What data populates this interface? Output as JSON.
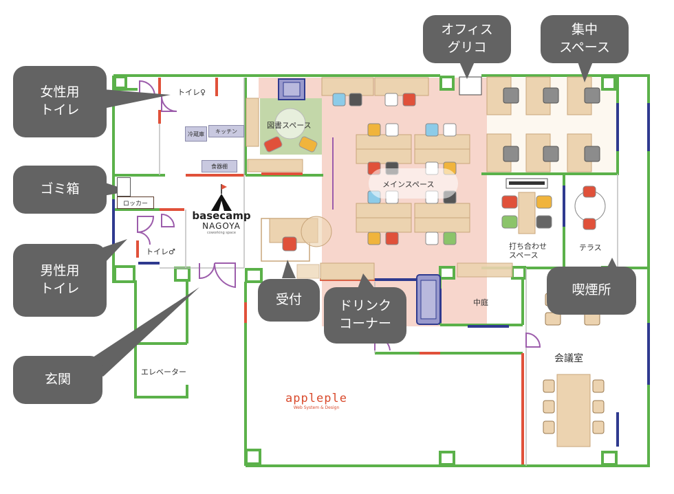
{
  "callouts": {
    "womens_toilet": "女性用\nトイレ",
    "trash": "ゴミ箱",
    "mens_toilet": "男性用\nトイレ",
    "entrance": "玄関",
    "office_glico": "オフィス\nグリコ",
    "focus_space": "集中\nスペース",
    "reception": "受付",
    "drink_corner": "ドリンク\nコーナー",
    "smoking": "喫煙所"
  },
  "rooms": {
    "toilet_female": "トイレ♀",
    "fridge": "冷蔵庫",
    "kitchen": "キッチン",
    "dish_cabinet": "食器棚",
    "locker": "ロッカー",
    "toilet_male": "トイレ♂",
    "library": "図書スペース",
    "main_space": "メインスペース",
    "meeting_space": "打ち合わせ\nスペース",
    "terrace": "テラス",
    "courtyard": "中庭",
    "conference": "会議室",
    "elevator": "エレベーター"
  },
  "logos": {
    "basecamp_name": "basecamp",
    "basecamp_city": "NAGOYA",
    "basecamp_tag": "coworking space",
    "appleple_name": "appleple",
    "appleple_tag": "Web System & Design"
  },
  "colors": {
    "wall_green": "#5bb14a",
    "wall_red": "#e0513a",
    "wall_blue": "#2f3a8f",
    "main_space_fill": "#f6d2c6",
    "library_fill": "#c3d7a9",
    "desk": "#ecd3b0",
    "door_purple": "#9c5cab",
    "callout_bg": "#636363"
  }
}
